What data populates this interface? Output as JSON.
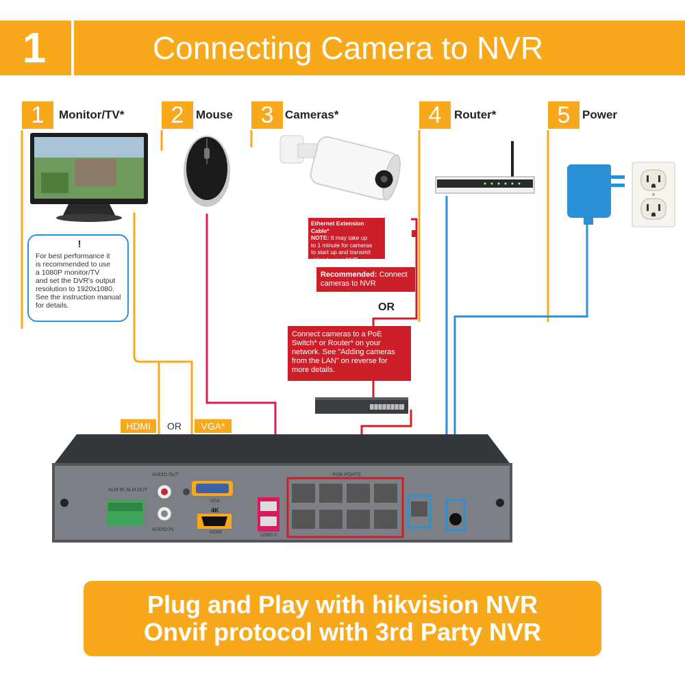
{
  "header": {
    "number": "1",
    "title": "Connecting Camera to NVR"
  },
  "steps": [
    {
      "number": "1",
      "label": "Monitor/TV*"
    },
    {
      "number": "2",
      "label": "Mouse"
    },
    {
      "number": "3",
      "label": "Cameras*"
    },
    {
      "number": "4",
      "label": "Router*"
    },
    {
      "number": "5",
      "label": "Power"
    }
  ],
  "monitor_note": {
    "icon": "exclamation-icon",
    "lines": [
      "For best performance it",
      "is recommended to use",
      "a 1080P monitor/TV",
      "and set the DVR's output",
      "resolution to 1920x1080.",
      "See the instruction manual",
      "for details."
    ]
  },
  "camera_notes": {
    "cable_title": "Ethernet Extension Cable*",
    "note_label": "NOTE:",
    "note_lines": [
      "It may take up",
      "to 1 minute for cameras",
      "to start up and transmit",
      "video to your NVR."
    ],
    "recommended_label": "Recommended:",
    "recommended_text": "Connect",
    "recommended_line2": "cameras to NVR",
    "or_text": "OR",
    "poe_lines": [
      "Connect cameras to a PoE",
      "Switch* or Router* on your",
      "network. See \"Adding cameras",
      "from the LAN\" on reverse for",
      "more details."
    ]
  },
  "video_tags": {
    "hdmi": "HDMI",
    "or": "OR",
    "vga": "VGA*"
  },
  "nvr_labels": {
    "audio_out": "AUDIO OUT",
    "audio_in": "AUDIO IN",
    "vga": "VGA",
    "fourk": "4K",
    "hdmi": "HDMI",
    "alm_in": "ALM IN",
    "alm_out": "ALM OUT",
    "poe_ports": "POE PORTS",
    "usb": "USB2.0"
  },
  "bottom": {
    "line1": "Plug and Play with hikvision NVR",
    "line2": "Onvif protocol with 3rd Party NVR"
  },
  "colors": {
    "accent": "#f7a81b",
    "camera_line": "#d81b60",
    "network_line": "#2b8fd6",
    "warning": "#cc1f2a"
  }
}
